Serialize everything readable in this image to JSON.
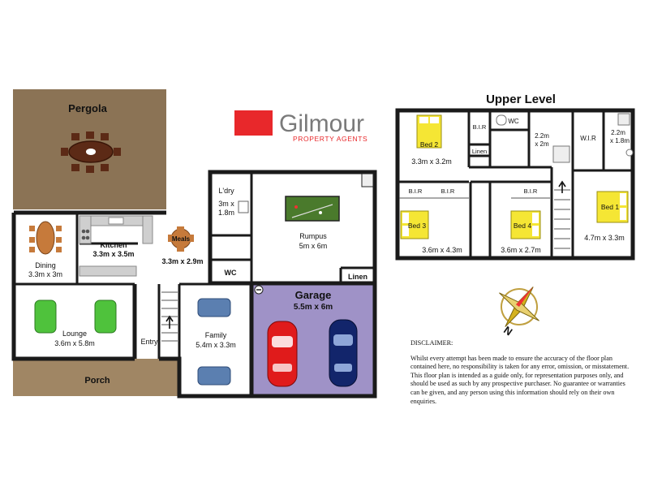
{
  "brand": {
    "name": "Gilmour",
    "tagline": "PROPERTY AGENTS",
    "red": "#e8282b",
    "grey": "#7a7a7a"
  },
  "ground_floor": {
    "pergola": "Pergola",
    "porch": "Porch",
    "entry": "Entry",
    "dining": {
      "name": "Dining",
      "size": "3.3m x 3m"
    },
    "kitchen": {
      "name": "Kitchen",
      "size": "3.3m x 3.5m"
    },
    "meals": {
      "name": "Meals",
      "size": "3.3m x 2.9m"
    },
    "laundry": {
      "name": "L'dry",
      "size_a": "3m x",
      "size_b": "1.8m"
    },
    "rumpus": {
      "name": "Rumpus",
      "size": "5m x 6m"
    },
    "wc": "WC",
    "linen": "Linen",
    "lounge": {
      "name": "Lounge",
      "size": "3.6m x 5.8m"
    },
    "family": {
      "name": "Family",
      "size": "5.4m x 3.3m"
    },
    "garage": {
      "name": "Garage",
      "size": "5.5m x 6m"
    }
  },
  "upper_level": {
    "title": "Upper Level",
    "bed2": {
      "name": "Bed 2",
      "size": "3.3m x 3.2m"
    },
    "bir": "B.I.R",
    "linen": "Linen",
    "wc": "WC",
    "bath": {
      "a": "2.2m",
      "b": "x 2m"
    },
    "wir": "W.I.R",
    "ensuite": {
      "a": "2.2m",
      "b": "x 1.8m"
    },
    "bed3": {
      "name": "Bed 3",
      "size": "3.6m x 4.3m"
    },
    "bed4": {
      "name": "Bed 4",
      "size": "3.6m x 2.7m"
    },
    "bed1": {
      "name": "Bed 1",
      "size": "4.7m x 3.3m"
    }
  },
  "compass": {
    "north": "N"
  },
  "disclaimer": {
    "heading": "DISCLAIMER:",
    "body": "Whilst every attempt has been made to ensure the accuracy of the floor plan contained here, no responsibility is taken for any error, omission, or misstatement. This floor plan is intended as a guide only, for representation purposes only, and should be used as such by any prospective purchaser. No guarantee or warranties can be given, and any person using this information should rely on their own enquiries."
  },
  "colors": {
    "pergola": "#8b7355",
    "porch": "#a08664",
    "garage": "#9f92c7",
    "bed_yellow": "#f5e634",
    "sofa_blue": "#5b7fb0",
    "sofa_green": "#4fc23c",
    "table_brown": "#6b3b1f",
    "dining_orange": "#c67a3b"
  }
}
